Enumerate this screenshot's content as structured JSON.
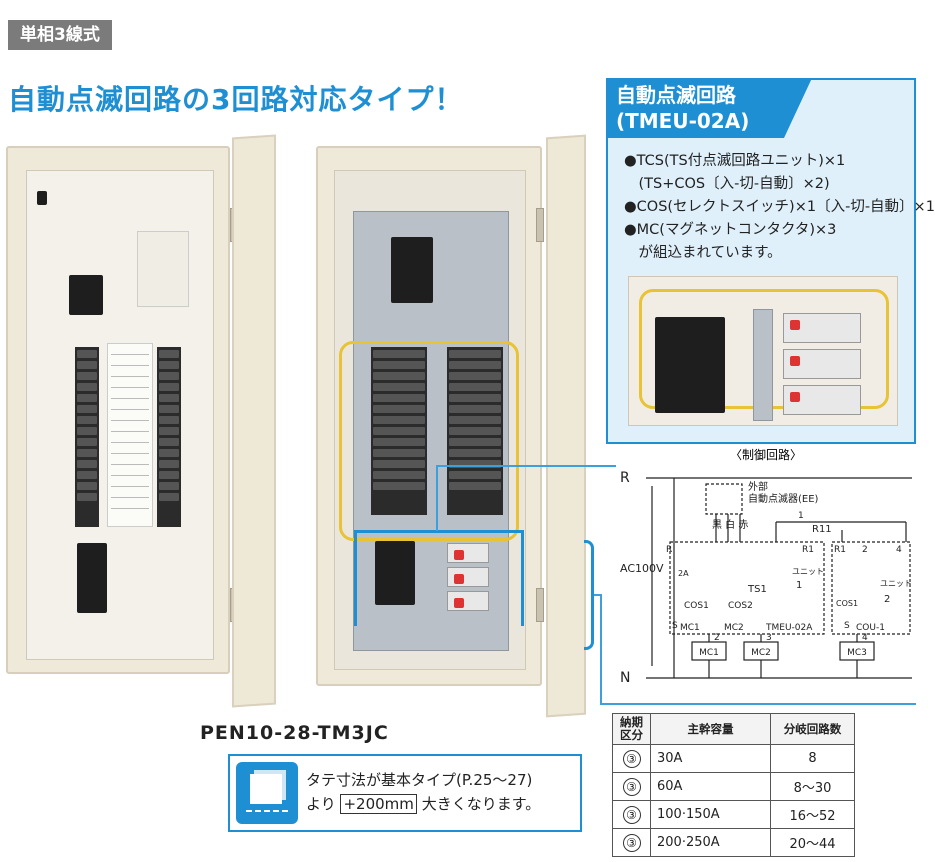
{
  "page": {
    "tag": "単相3線式",
    "headline": "自動点滅回路の3回路対応タイプ！",
    "model": "PEN10-28-TM3JC"
  },
  "note": {
    "icon": "cabinet-size-icon",
    "line1": "タテ寸法が基本タイプ(P.25～27)",
    "line2_pre": "より",
    "line2_highlight": "+200mm",
    "line2_post": "大きくなります。"
  },
  "info": {
    "title_line1": "自動点滅回路",
    "title_line2": "(TMEU-02A)",
    "items": [
      "●TCS(TS付点滅回路ユニット)×1",
      "　(TS+COS〔入-切-自動〕×2)",
      "●COS(セレクトスイッチ)×1〔入-切-自動〕×1",
      "●MC(マグネットコンタクタ)×3",
      "　が組込まれています。"
    ]
  },
  "circuit": {
    "title": "〈制御回路〉",
    "labels": {
      "R": "R",
      "N": "N",
      "ac": "AC100V",
      "ext1": "外部",
      "ext2": "自動点滅器(EE)",
      "black_white_red": "黒 白 赤",
      "one": "1",
      "r11": "R11",
      "R_small": "R",
      "unit1": "ユニット",
      "unit1_num": "1",
      "unit2": "ユニット",
      "unit2_num": "2",
      "ts1": "TS1",
      "tmeu": "TMEU-02A",
      "cou": "COU-1",
      "cos1": "COS1",
      "cos2": "COS2",
      "cos1b": "COS1",
      "mc1": "MC1",
      "mc2": "MC2",
      "mc1_box": "MC1",
      "mc2_box": "MC2",
      "mc3_box": "MC3",
      "n2": "2",
      "n3": "3",
      "n4": "4",
      "n4b": "4",
      "n2b": "2",
      "r1": "R1",
      "r1b": "R1",
      "f2a": "2A",
      "s": "S",
      "s2": "S"
    }
  },
  "table": {
    "headers": [
      "納期区分",
      "主幹容量",
      "分岐回路数"
    ],
    "rows": [
      {
        "delivery": "③",
        "capacity": "30A",
        "branches": "8"
      },
      {
        "delivery": "③",
        "capacity": "60A",
        "branches": "8～30"
      },
      {
        "delivery": "③",
        "capacity": "100·150A",
        "branches": "16～52"
      },
      {
        "delivery": "③",
        "capacity": "200·250A",
        "branches": "20～44"
      }
    ]
  },
  "colors": {
    "accent": "#1f8fd4",
    "tag_bg": "#7b7b7b",
    "info_bg": "#dff0fb"
  }
}
